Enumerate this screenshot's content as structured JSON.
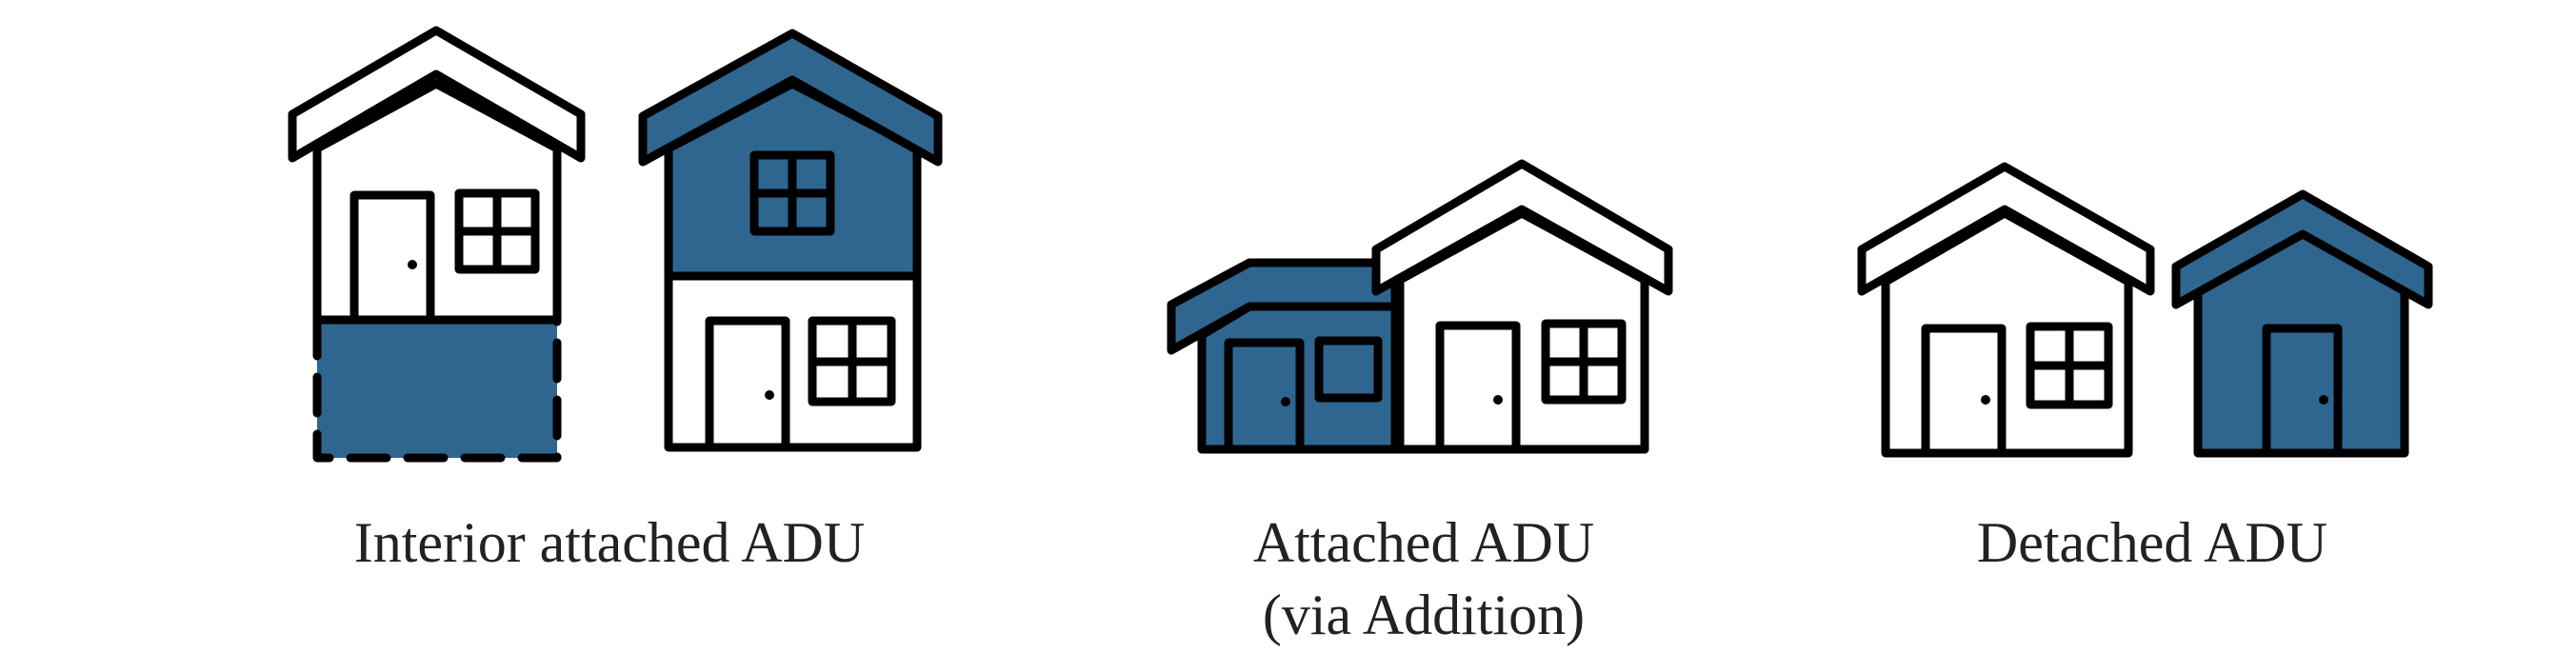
{
  "colors": {
    "accent": "#2e6690",
    "stroke": "#000000",
    "background": "#ffffff",
    "text": "#222222"
  },
  "captions": {
    "interior": "Interior attached ADU",
    "attached_line1": "Attached ADU",
    "attached_line2": "(via Addition)",
    "detached": "Detached ADU"
  },
  "icons": {
    "interior_basement": "house-with-basement-adu-icon",
    "interior_upper": "house-with-upper-floor-adu-icon",
    "attached": "house-with-addition-adu-icon",
    "detached_main": "main-house-icon",
    "detached_adu": "detached-adu-icon"
  }
}
